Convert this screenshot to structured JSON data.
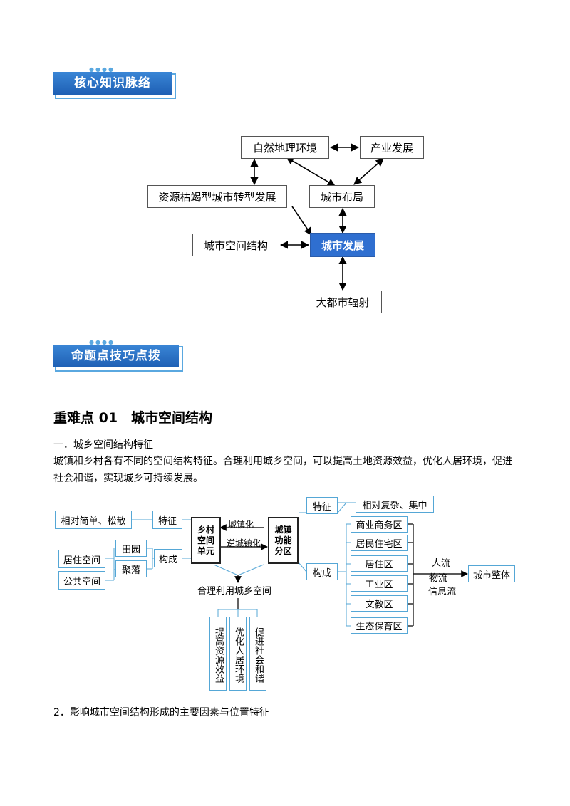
{
  "banners": {
    "core": "核心知识脉络",
    "tips": "命题点技巧点拨"
  },
  "map": {
    "natural": "自然地理环境",
    "industry": "产业发展",
    "resource": "资源枯竭型城市转型发展",
    "layout": "城市布局",
    "spatial": "城市空间结构",
    "development": "城市发展",
    "metro": "大都市辐射"
  },
  "section": {
    "title": "重难点 01　城市空间结构",
    "h1": "一．城乡空间结构特征",
    "para": "城镇和乡村各有不同的空间结构特征。合理利用城乡空间，可以提高土地资源效益，优化人居环境，促进社会和谐，实现城乡可持续发展。",
    "h2": "2．影响城市空间结构形成的主要因素与位置特征"
  },
  "diagram": {
    "left_feature": "相对简单、松散",
    "feature": "特征",
    "compose": "构成",
    "residential_space": "居住空间",
    "public_space": "公共空间",
    "field": "田园",
    "village": "聚落",
    "rural_unit": "乡村空间单元",
    "urbanization": "城镇化",
    "counter_urbanization": "逆城镇化",
    "town_zone": "城镇功能分区",
    "reasonable_use": "合理利用城乡空间",
    "benefit": "提高资源效益",
    "optimize": "优化人居环境",
    "promote": "促进社会和谐",
    "right_feature": "特征",
    "right_feature_text": "相对复杂、集中",
    "right_compose": "构成",
    "zones": [
      "商业商务区",
      "居民住宅区",
      "居住区",
      "工业区",
      "文教区",
      "生态保育区"
    ],
    "flows": [
      "人流",
      "物流",
      "信息流"
    ],
    "city_whole": "城市整体"
  }
}
